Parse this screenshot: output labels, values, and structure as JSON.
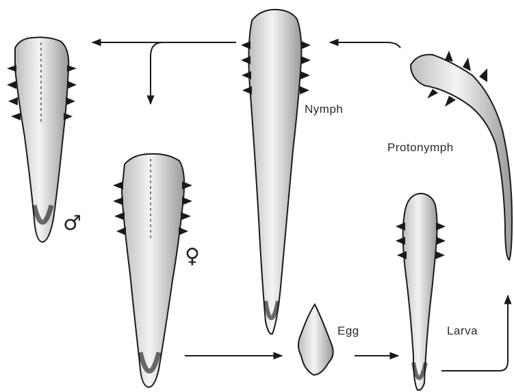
{
  "diagram": {
    "stages": {
      "nymph": "Nymph",
      "protonymph": "Protonymph",
      "egg": "Egg",
      "larva": "Larva"
    },
    "symbols": {
      "male": "♂",
      "female": "♀"
    },
    "colors": {
      "ink": "#1a1a1a",
      "body_fill": "#ececec",
      "spine": "#111111"
    }
  }
}
